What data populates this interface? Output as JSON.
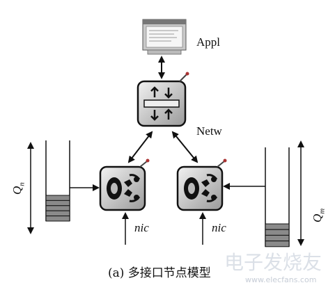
{
  "labels": {
    "appl": "Appl",
    "netw": "Netw",
    "nic_left": "nic",
    "nic_right": "nic",
    "q_left_main": "Q",
    "q_left_sub": "n",
    "q_right_main": "Q",
    "q_right_sub": "m"
  },
  "caption": "(a) 多接口节点模型",
  "watermark": {
    "text": "电子发烧友",
    "url": "www.elecfans.com"
  },
  "colors": {
    "stroke": "#111111",
    "node_fill": "#d8d8d8",
    "queue_fill": "#8a8a8a"
  },
  "icons": {
    "application": "window-icon",
    "network": "switch-icon",
    "nic": "nic-icon"
  }
}
